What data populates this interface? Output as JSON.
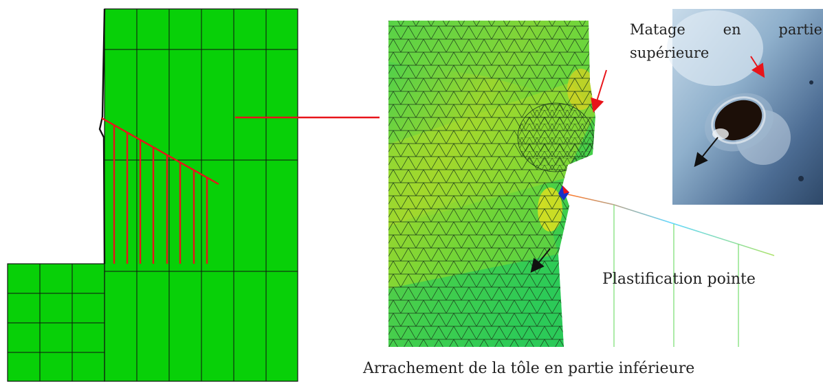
{
  "labels": {
    "matage_line1": [
      "Matage",
      "en",
      "partie"
    ],
    "matage_line2": "supérieure",
    "plastification": "Plastification pointe",
    "arrachement": "Arrachement de la tôle en partie inférieure"
  },
  "colors": {
    "mesh_green": "#08d008",
    "fem_green": "#33d44a",
    "fem_yellow_green": "#a7db2a",
    "fem_yellow": "#d8d820",
    "annotation_red": "#e8141a",
    "arrow_black": "#111111",
    "photo_blue": "#4b6e96"
  },
  "icons": [
    "red-arrow-icon",
    "black-arrow-icon"
  ]
}
